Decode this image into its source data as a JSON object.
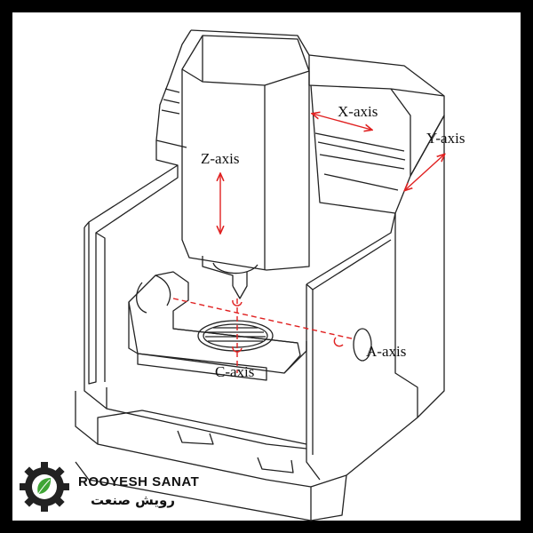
{
  "labels": {
    "x_axis": "X-axis",
    "y_axis": "Y-axis",
    "z_axis": "Z-axis",
    "a_axis": "A-axis",
    "c_axis": "C-axis"
  },
  "logo": {
    "name_en": "ROOYESH SANAT",
    "name_fa": "رویش صنعت",
    "icon": "gear-leaf-icon"
  },
  "colors": {
    "frame": "#000000",
    "canvas": "#ffffff",
    "line": "#222222",
    "axis_arrow": "#e02020",
    "logo_leaf": "#3fa535"
  }
}
